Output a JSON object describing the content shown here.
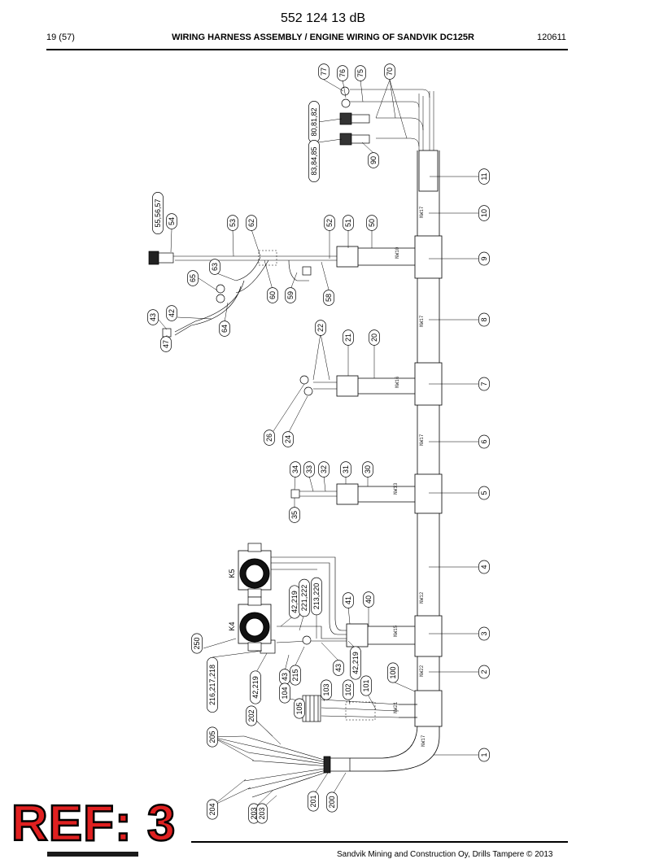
{
  "header": {
    "doc_number": "552 124 13 dB",
    "page": "19 (57)",
    "title": "WIRING HARNESS ASSEMBLY / ENGINE WIRING OF SANDVIK DC125R",
    "date_code": "120611"
  },
  "footer": {
    "text": "Sandvik Mining and Construction Oy, Drills Tampere © 2013",
    "ref_stamp": "REF: 3"
  },
  "diagram": {
    "relay_labels": [
      "K5",
      "K4"
    ],
    "wire_labels": [
      "NW17",
      "NW10",
      "NW17",
      "NW16",
      "NW17",
      "NW13",
      "NW12",
      "NW15",
      "NW22",
      "NW21",
      "NW17"
    ],
    "callouts": [
      {
        "id": "c77",
        "text": "77"
      },
      {
        "id": "c76",
        "text": "76"
      },
      {
        "id": "c75",
        "text": "75"
      },
      {
        "id": "c70",
        "text": "70"
      },
      {
        "id": "c80",
        "text": "80,81,82"
      },
      {
        "id": "c83",
        "text": "83,84,85"
      },
      {
        "id": "c90",
        "text": "90"
      },
      {
        "id": "c11",
        "text": "11"
      },
      {
        "id": "c10",
        "text": "10"
      },
      {
        "id": "c9",
        "text": "9"
      },
      {
        "id": "c8",
        "text": "8"
      },
      {
        "id": "c7",
        "text": "7"
      },
      {
        "id": "c6",
        "text": "6"
      },
      {
        "id": "c5",
        "text": "5"
      },
      {
        "id": "c4",
        "text": "4"
      },
      {
        "id": "c3",
        "text": "3"
      },
      {
        "id": "c2",
        "text": "2"
      },
      {
        "id": "c1",
        "text": "1"
      },
      {
        "id": "c55",
        "text": "55,56,57"
      },
      {
        "id": "c54",
        "text": "54"
      },
      {
        "id": "c53",
        "text": "53"
      },
      {
        "id": "c62",
        "text": "62"
      },
      {
        "id": "c52",
        "text": "52"
      },
      {
        "id": "c51",
        "text": "51"
      },
      {
        "id": "c50",
        "text": "50"
      },
      {
        "id": "c63",
        "text": "63"
      },
      {
        "id": "c65",
        "text": "65"
      },
      {
        "id": "c60",
        "text": "60"
      },
      {
        "id": "c59",
        "text": "59"
      },
      {
        "id": "c58",
        "text": "58"
      },
      {
        "id": "c43a",
        "text": "43"
      },
      {
        "id": "c42",
        "text": "42"
      },
      {
        "id": "c47",
        "text": "47"
      },
      {
        "id": "c64",
        "text": "64"
      },
      {
        "id": "c22",
        "text": "22"
      },
      {
        "id": "c21",
        "text": "21"
      },
      {
        "id": "c20",
        "text": "20"
      },
      {
        "id": "c26",
        "text": "26"
      },
      {
        "id": "c24",
        "text": "24"
      },
      {
        "id": "c34",
        "text": "34"
      },
      {
        "id": "c33",
        "text": "33"
      },
      {
        "id": "c32",
        "text": "32"
      },
      {
        "id": "c31",
        "text": "31"
      },
      {
        "id": "c30",
        "text": "30"
      },
      {
        "id": "c35",
        "text": "35"
      },
      {
        "id": "c42219a",
        "text": "42,219"
      },
      {
        "id": "c221",
        "text": "221,222"
      },
      {
        "id": "c213",
        "text": "213,220"
      },
      {
        "id": "c41",
        "text": "41"
      },
      {
        "id": "c40",
        "text": "40"
      },
      {
        "id": "c250",
        "text": "250"
      },
      {
        "id": "c216",
        "text": "216,217,218"
      },
      {
        "id": "c42219b",
        "text": "42,219"
      },
      {
        "id": "c43b",
        "text": "43"
      },
      {
        "id": "c215",
        "text": "215"
      },
      {
        "id": "c43c",
        "text": "43"
      },
      {
        "id": "c42219c",
        "text": "42,219"
      },
      {
        "id": "c100",
        "text": "100"
      },
      {
        "id": "c104",
        "text": "104"
      },
      {
        "id": "c103",
        "text": "103"
      },
      {
        "id": "c102",
        "text": "102"
      },
      {
        "id": "c101",
        "text": "101"
      },
      {
        "id": "c105",
        "text": "105"
      },
      {
        "id": "c202",
        "text": "202"
      },
      {
        "id": "c205",
        "text": "205"
      },
      {
        "id": "c204",
        "text": "204"
      },
      {
        "id": "c203a",
        "text": "203"
      },
      {
        "id": "c203b",
        "text": "203"
      },
      {
        "id": "c201",
        "text": "201"
      },
      {
        "id": "c200",
        "text": "200"
      }
    ]
  }
}
